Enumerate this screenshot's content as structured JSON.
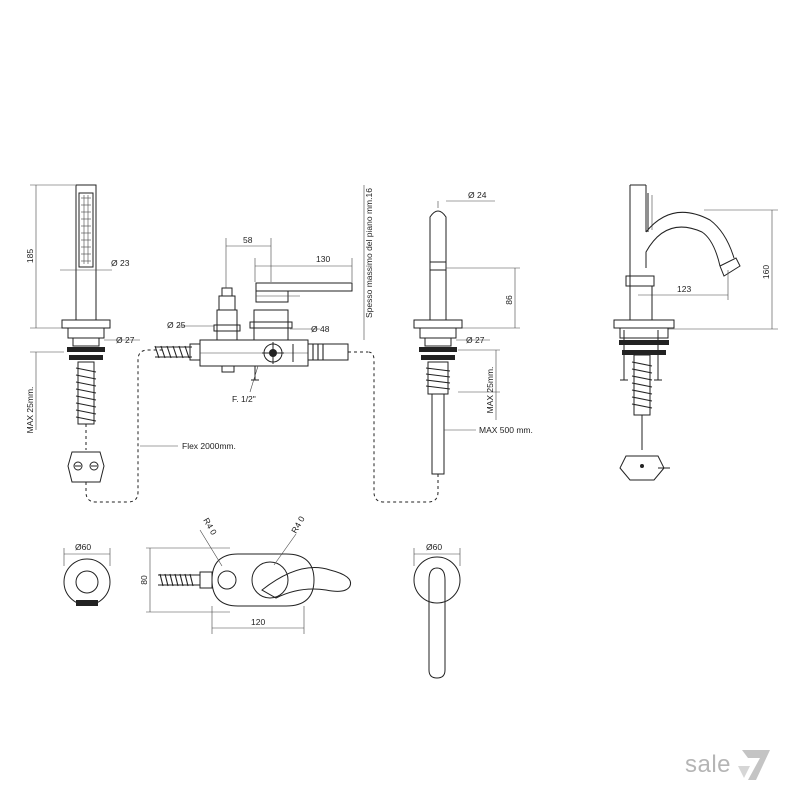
{
  "dimensions": {
    "handshower_height": "185",
    "handshower_diameter": "Ø 23",
    "flange_diameter_1": "Ø 27",
    "max_thickness_1": "MAX 25mm.",
    "flex_length": "Flex 2000mm.",
    "diverter_offset": "58",
    "lever_length": "130",
    "inlet_diameter": "Ø 25",
    "body_diameter": "Ø 48",
    "thread_size": "F. 1/2\"",
    "deck_note": "Spesso massimo del piano mm.16",
    "spout_diameter": "Ø 24",
    "spout_height": "86",
    "flange_diameter_2": "Ø 27",
    "max_thickness_2": "MAX 25mm.",
    "max_hose": "MAX 500 mm.",
    "side_height": "160",
    "side_reach": "123",
    "rosette_diameter_1": "Ø60",
    "plate_height": "80",
    "plate_width": "120",
    "radius_1": "R4 0",
    "radius_2": "R4 0",
    "rosette_diameter_2": "Ø60"
  },
  "logo": {
    "text": "sale",
    "color": "#b5b5b5"
  }
}
